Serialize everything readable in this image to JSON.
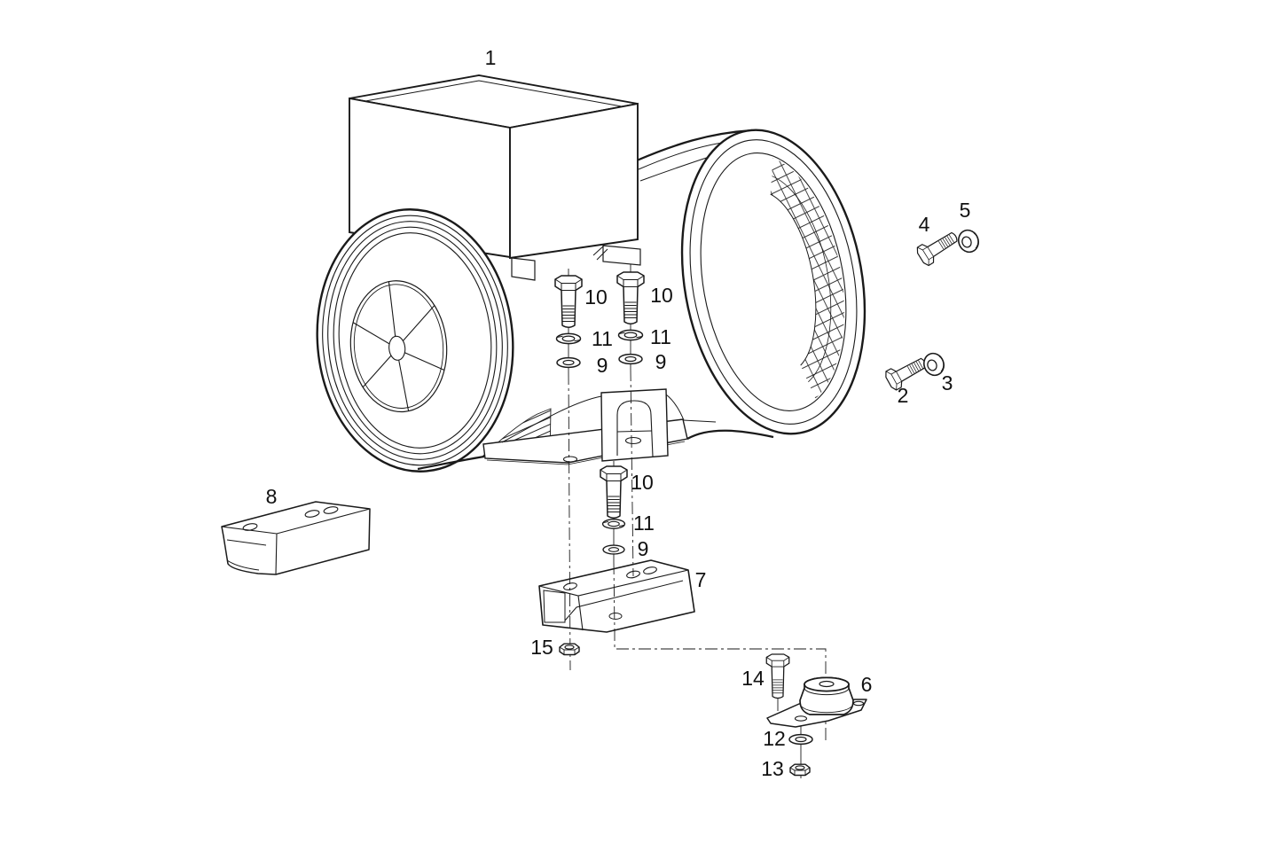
{
  "diagram": {
    "type": "exploded-parts-diagram",
    "subject": "generator with mounting hardware",
    "background": "#ffffff",
    "line_color": "#1a1a1a",
    "labels": [
      {
        "text": "1",
        "part": "generator-assembly"
      },
      {
        "text": "10",
        "part": "hex-bolt-upper-left"
      },
      {
        "text": "11",
        "part": "spring-washer-upper-left"
      },
      {
        "text": "9",
        "part": "flat-washer-upper-left"
      },
      {
        "text": "10",
        "part": "hex-bolt-upper-right"
      },
      {
        "text": "11",
        "part": "spring-washer-upper-right"
      },
      {
        "text": "9",
        "part": "flat-washer-upper-right"
      },
      {
        "text": "4",
        "part": "hex-bolt-side-upper"
      },
      {
        "text": "5",
        "part": "washer-side-upper"
      },
      {
        "text": "2",
        "part": "hex-bolt-side-lower"
      },
      {
        "text": "3",
        "part": "washer-side-lower"
      },
      {
        "text": "8",
        "part": "channel-bracket-left"
      },
      {
        "text": "10",
        "part": "hex-bolt-lower"
      },
      {
        "text": "11",
        "part": "spring-washer-lower"
      },
      {
        "text": "9",
        "part": "flat-washer-lower"
      },
      {
        "text": "7",
        "part": "channel-bracket-lower"
      },
      {
        "text": "15",
        "part": "hex-nut-lower"
      },
      {
        "text": "14",
        "part": "hex-bolt-mount"
      },
      {
        "text": "6",
        "part": "vibration-mount"
      },
      {
        "text": "12",
        "part": "flat-washer-mount"
      },
      {
        "text": "13",
        "part": "hex-nut-mount"
      }
    ]
  }
}
